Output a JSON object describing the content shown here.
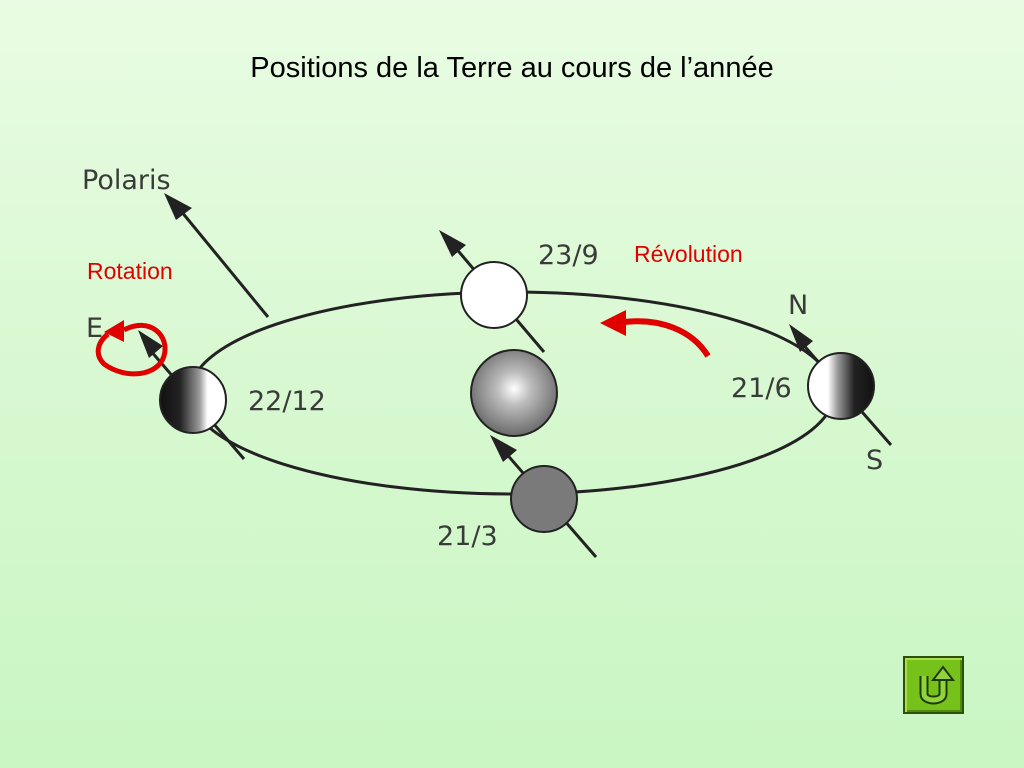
{
  "slide": {
    "title": "Positions de la Terre au cours de l’année"
  },
  "diagram": {
    "polaris_label": "Polaris",
    "rotation_label": "Rotation",
    "east_label": "E",
    "revolution_label": "Révolution",
    "north_label": "N",
    "south_label": "S",
    "positions": {
      "winter_solstice": "22/12",
      "autumn_equinox": "23/9",
      "summer_solstice": "21/6",
      "spring_equinox": "21/3"
    }
  },
  "navigation": {
    "back_icon": "u-turn-arrow-icon"
  },
  "colors": {
    "accent_red": "#e00000",
    "button_green": "#77c21a"
  }
}
